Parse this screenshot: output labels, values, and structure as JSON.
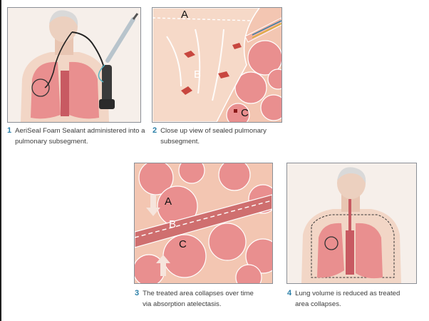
{
  "panels": [
    {
      "num": "1",
      "caption": "AeriSeal Foam Sealant administered into a\npulmonary subsegment."
    },
    {
      "num": "2",
      "caption": "Close up view of sealed pulmonary\nsubsegment.",
      "labels": {
        "a": "A",
        "b": "B",
        "c": "C"
      }
    },
    {
      "num": "3",
      "caption": "The treated area collapses over time\nvia absorption atelectasis.",
      "labels": {
        "a": "A",
        "b": "B",
        "c": "C"
      }
    },
    {
      "num": "4",
      "caption": "Lung volume is reduced as treated\narea collapses."
    }
  ],
  "colors": {
    "lung": "#e98f8f",
    "lung_dark": "#c85a62",
    "tissue": "#f4c9b4",
    "skin": "#f2d6c6",
    "gown": "#cfe2ee",
    "frame_border": "#8a8f96",
    "caption_number": "#2a7fa8"
  }
}
